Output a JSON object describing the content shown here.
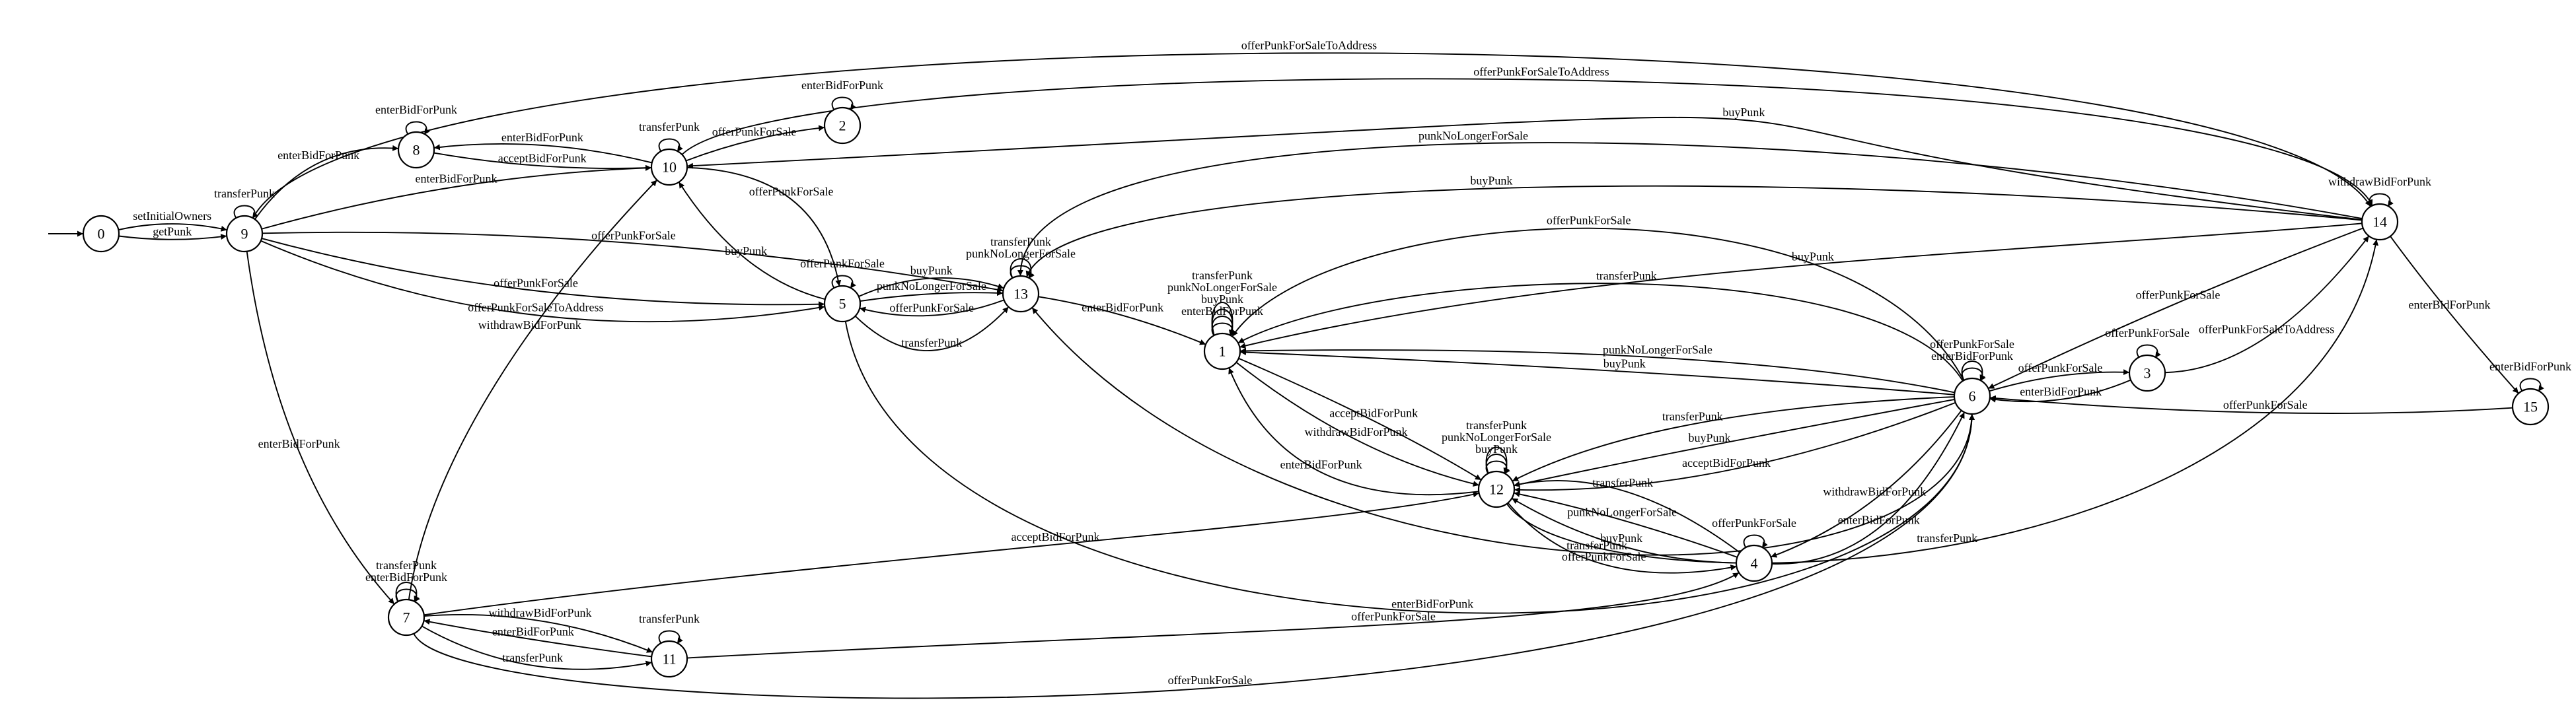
{
  "diagram": {
    "kind": "state-machine",
    "initial_state": "0",
    "states": [
      {
        "id": "0",
        "label": "0"
      },
      {
        "id": "9",
        "label": "9"
      },
      {
        "id": "8",
        "label": "8"
      },
      {
        "id": "10",
        "label": "10"
      },
      {
        "id": "2",
        "label": "2"
      },
      {
        "id": "5",
        "label": "5"
      },
      {
        "id": "13",
        "label": "13"
      },
      {
        "id": "7",
        "label": "7"
      },
      {
        "id": "11",
        "label": "11"
      },
      {
        "id": "1",
        "label": "1"
      },
      {
        "id": "12",
        "label": "12"
      },
      {
        "id": "4",
        "label": "4"
      },
      {
        "id": "6",
        "label": "6"
      },
      {
        "id": "3",
        "label": "3"
      },
      {
        "id": "14",
        "label": "14"
      },
      {
        "id": "15",
        "label": "15"
      }
    ],
    "transitions": [
      {
        "from": "0",
        "to": "9",
        "label": "setInitialOwners"
      },
      {
        "from": "0",
        "to": "9",
        "label": "getPunk"
      },
      {
        "from": "9",
        "to": "9",
        "label": "transferPunk"
      },
      {
        "from": "9",
        "to": "8",
        "label": "enterBidForPunk"
      },
      {
        "from": "9",
        "to": "10",
        "label": "enterBidForPunk"
      },
      {
        "from": "9",
        "to": "13",
        "label": "offerPunkForSale"
      },
      {
        "from": "9",
        "to": "5",
        "label": "offerPunkForSale"
      },
      {
        "from": "9",
        "to": "5",
        "label": "offerPunkForSaleToAddress"
      },
      {
        "from": "9",
        "to": "7",
        "label": "enterBidForPunk"
      },
      {
        "from": "9",
        "to": "14",
        "label": "offerPunkForSaleToAddress"
      },
      {
        "from": "8",
        "to": "8",
        "label": "enterBidForPunk"
      },
      {
        "from": "10",
        "to": "8",
        "label": "enterBidForPunk"
      },
      {
        "from": "8",
        "to": "10",
        "label": "acceptBidForPunk"
      },
      {
        "from": "10",
        "to": "10",
        "label": "transferPunk"
      },
      {
        "from": "10",
        "to": "2",
        "label": "offerPunkForSale"
      },
      {
        "from": "2",
        "to": "2",
        "label": "enterBidForPunk"
      },
      {
        "from": "10",
        "to": "5",
        "label": "offerPunkForSale"
      },
      {
        "from": "5",
        "to": "10",
        "label": "buyPunk"
      },
      {
        "from": "10",
        "to": "14",
        "label": "offerPunkForSaleToAddress"
      },
      {
        "from": "14",
        "to": "10",
        "label": "buyPunk"
      },
      {
        "from": "5",
        "to": "5",
        "label": "offerPunkForSale"
      },
      {
        "from": "5",
        "to": "13",
        "label": "buyPunk"
      },
      {
        "from": "5",
        "to": "13",
        "label": "punkNoLongerForSale"
      },
      {
        "from": "13",
        "to": "5",
        "label": "offerPunkForSale"
      },
      {
        "from": "5",
        "to": "13",
        "label": "transferPunk"
      },
      {
        "from": "5",
        "to": "6",
        "label": "enterBidForPunk"
      },
      {
        "from": "13",
        "to": "13",
        "label": "punkNoLongerForSale"
      },
      {
        "from": "13",
        "to": "13",
        "label": "transferPunk"
      },
      {
        "from": "13",
        "to": "1",
        "label": "enterBidForPunk"
      },
      {
        "from": "14",
        "to": "13",
        "label": "punkNoLongerForSale"
      },
      {
        "from": "14",
        "to": "13",
        "label": "buyPunk"
      },
      {
        "from": "6",
        "to": "13",
        "label": "transferPunk"
      },
      {
        "from": "7",
        "to": "7",
        "label": "enterBidForPunk"
      },
      {
        "from": "7",
        "to": "7",
        "label": "transferPunk"
      },
      {
        "from": "7",
        "to": "10",
        "label": "withdrawBidForPunk"
      },
      {
        "from": "7",
        "to": "12",
        "label": "acceptBidForPunk"
      },
      {
        "from": "7",
        "to": "11",
        "label": "withdrawBidForPunk"
      },
      {
        "from": "11",
        "to": "7",
        "label": "enterBidForPunk"
      },
      {
        "from": "7",
        "to": "11",
        "label": "transferPunk"
      },
      {
        "from": "7",
        "to": "6",
        "label": "offerPunkForSale"
      },
      {
        "from": "11",
        "to": "11",
        "label": "transferPunk"
      },
      {
        "from": "11",
        "to": "4",
        "label": "offerPunkForSale"
      },
      {
        "from": "1",
        "to": "1",
        "label": "enterBidForPunk"
      },
      {
        "from": "1",
        "to": "1",
        "label": "buyPunk"
      },
      {
        "from": "1",
        "to": "1",
        "label": "punkNoLongerForSale"
      },
      {
        "from": "1",
        "to": "1",
        "label": "transferPunk"
      },
      {
        "from": "1",
        "to": "12",
        "label": "acceptBidForPunk"
      },
      {
        "from": "1",
        "to": "12",
        "label": "withdrawBidForPunk"
      },
      {
        "from": "12",
        "to": "1",
        "label": "enterBidForPunk"
      },
      {
        "from": "6",
        "to": "1",
        "label": "offerPunkForSale"
      },
      {
        "from": "6",
        "to": "1",
        "label": "transferPunk"
      },
      {
        "from": "6",
        "to": "1",
        "label": "punkNoLongerForSale"
      },
      {
        "from": "6",
        "to": "1",
        "label": "buyPunk"
      },
      {
        "from": "14",
        "to": "1",
        "label": "buyPunk"
      },
      {
        "from": "12",
        "to": "12",
        "label": "buyPunk"
      },
      {
        "from": "12",
        "to": "12",
        "label": "punkNoLongerForSale"
      },
      {
        "from": "12",
        "to": "12",
        "label": "transferPunk"
      },
      {
        "from": "6",
        "to": "12",
        "label": "transferPunk"
      },
      {
        "from": "6",
        "to": "12",
        "label": "buyPunk"
      },
      {
        "from": "6",
        "to": "12",
        "label": "acceptBidForPunk"
      },
      {
        "from": "4",
        "to": "12",
        "label": "transferPunk"
      },
      {
        "from": "4",
        "to": "12",
        "label": "punkNoLongerForSale"
      },
      {
        "from": "4",
        "to": "12",
        "label": "buyPunk"
      },
      {
        "from": "12",
        "to": "4",
        "label": "offerPunkForSale"
      },
      {
        "from": "12",
        "to": "14",
        "label": "transferPunk"
      },
      {
        "from": "4",
        "to": "4",
        "label": "offerPunkForSale"
      },
      {
        "from": "4",
        "to": "6",
        "label": "enterBidForPunk"
      },
      {
        "from": "6",
        "to": "4",
        "label": "withdrawBidForPunk"
      },
      {
        "from": "6",
        "to": "6",
        "label": "enterBidForPunk"
      },
      {
        "from": "6",
        "to": "6",
        "label": "offerPunkForSale"
      },
      {
        "from": "6",
        "to": "3",
        "label": "offerPunkForSale"
      },
      {
        "from": "3",
        "to": "6",
        "label": "enterBidForPunk"
      },
      {
        "from": "3",
        "to": "3",
        "label": "offerPunkForSale"
      },
      {
        "from": "3",
        "to": "14",
        "label": "offerPunkForSaleToAddress"
      },
      {
        "from": "14",
        "to": "6",
        "label": "offerPunkForSale"
      },
      {
        "from": "14",
        "to": "14",
        "label": "withdrawBidForPunk"
      },
      {
        "from": "14",
        "to": "15",
        "label": "enterBidForPunk"
      },
      {
        "from": "15",
        "to": "15",
        "label": "enterBidForPunk"
      },
      {
        "from": "15",
        "to": "6",
        "label": "offerPunkForSale"
      }
    ]
  }
}
